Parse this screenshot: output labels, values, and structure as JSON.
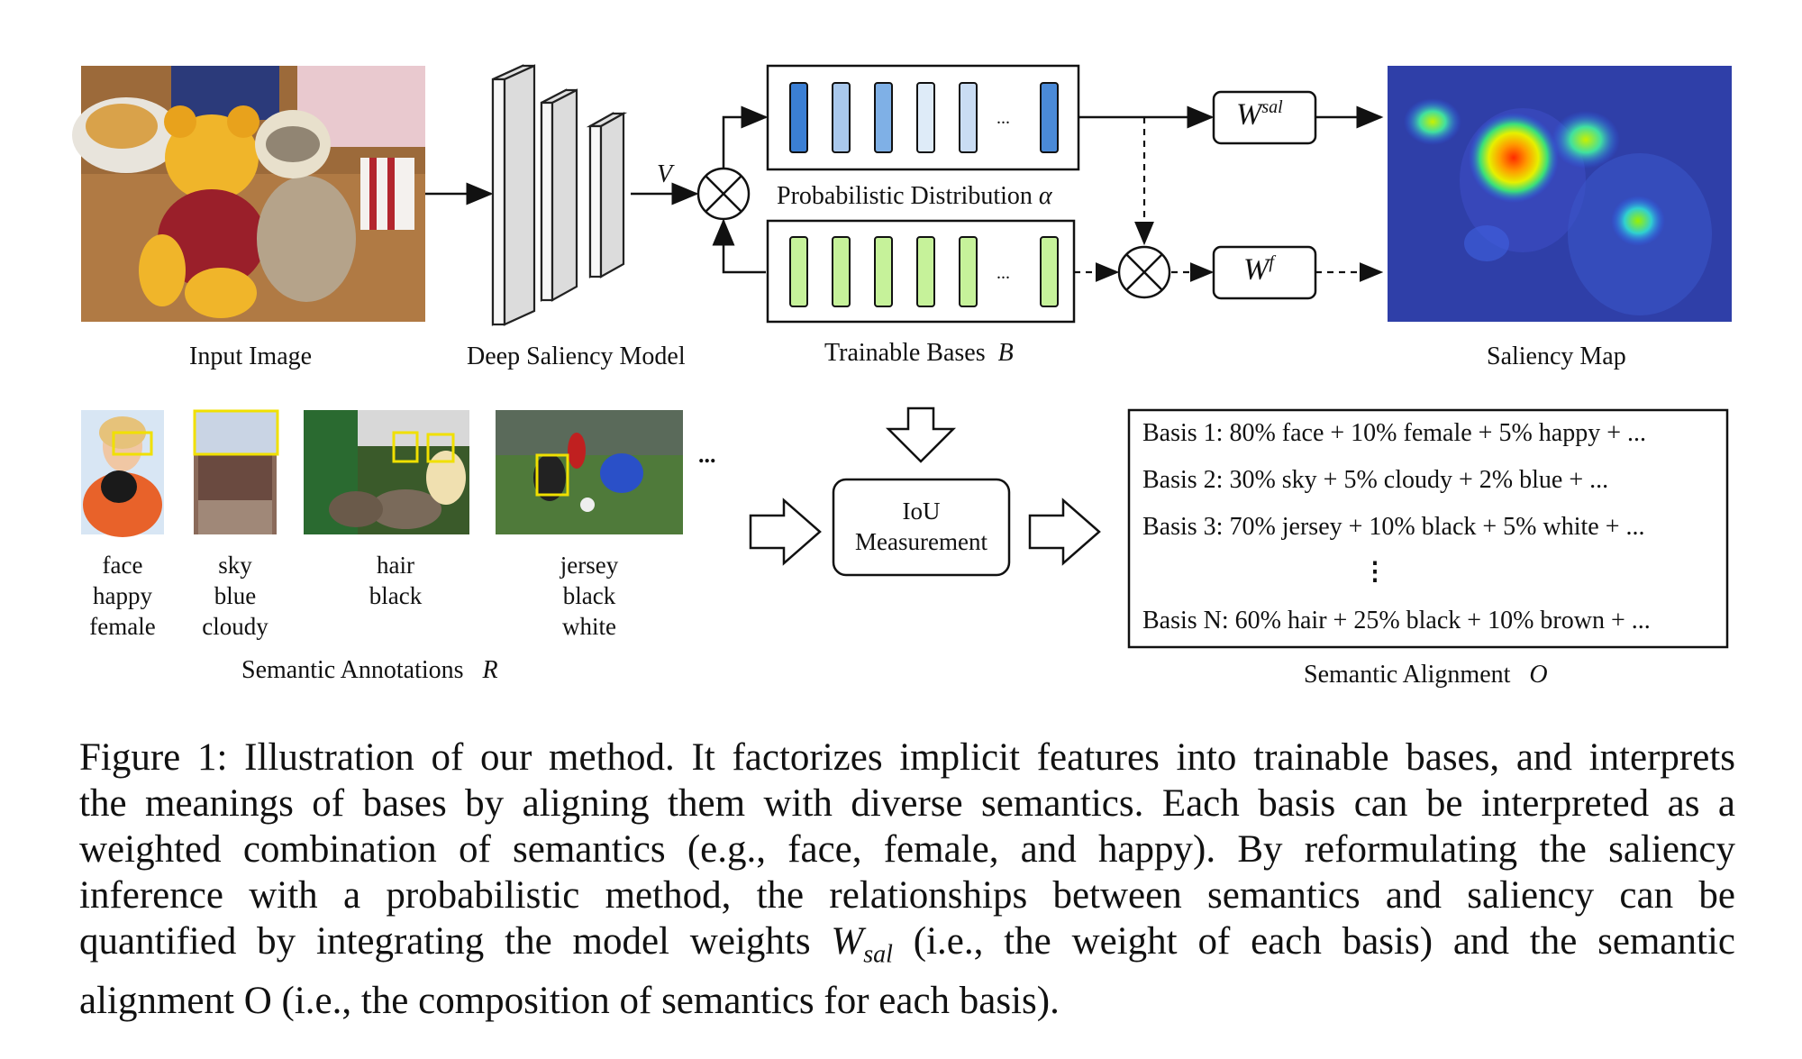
{
  "diagram": {
    "input_label": "Input Image",
    "model_label": "Deep Saliency Model",
    "v_label": "V",
    "prob_label": "Probabilistic Distribution",
    "prob_symbol": "α",
    "bases_label": "Trainable Bases",
    "bases_symbol": "B",
    "ellipsis": "...",
    "wsal_main": "W",
    "wsal_sup": "sal",
    "wf_main": "W",
    "wf_sup": "f",
    "saliency_label": "Saliency Map",
    "iou_line1": "IoU",
    "iou_line2": "Measurement",
    "dots": "...",
    "colors": {
      "blue_bars": [
        "#3b7fd4",
        "#a9c8ec",
        "#7fb0e6",
        "#deebf8",
        "#c9dcf3",
        "#4a8ad8"
      ],
      "green_bars": "#c6f29a"
    }
  },
  "annotations": {
    "items": [
      {
        "tags": [
          "face",
          "happy",
          "female"
        ]
      },
      {
        "tags": [
          "sky",
          "blue",
          "cloudy"
        ]
      },
      {
        "tags": [
          "hair",
          "black"
        ]
      },
      {
        "tags": [
          "jersey",
          "black",
          "white"
        ]
      }
    ],
    "more": "...",
    "label": "Semantic Annotations",
    "symbol": "R"
  },
  "alignment": {
    "lines": [
      "Basis 1: 80% face + 10% female + 5% happy + ...",
      "Basis 2: 30% sky + 5% cloudy + 2% blue + ...",
      "Basis 3: 70% jersey + 10% black + 5% white + ...",
      "⋮",
      "Basis N: 60% hair + 25% black + 10% brown + ..."
    ],
    "label": "Semantic Alignment",
    "symbol": "O"
  },
  "caption": {
    "lines": [
      "Figure 1: Illustration of our method. It factorizes implicit features into trainable bases, and interprets",
      "the meanings of bases by aligning them with diverse semantics. Each basis can be interpreted as a",
      "weighted combination of semantics (e.g., face, female, and happy). By reformulating the saliency",
      "inference with a probabilistic method, the relationships between semantics and saliency can be",
      "quantified by integrating the model weights Wsal (i.e., the weight of each basis) and the semantic",
      "alignment O (i.e., the composition of semantics for each basis)."
    ]
  }
}
